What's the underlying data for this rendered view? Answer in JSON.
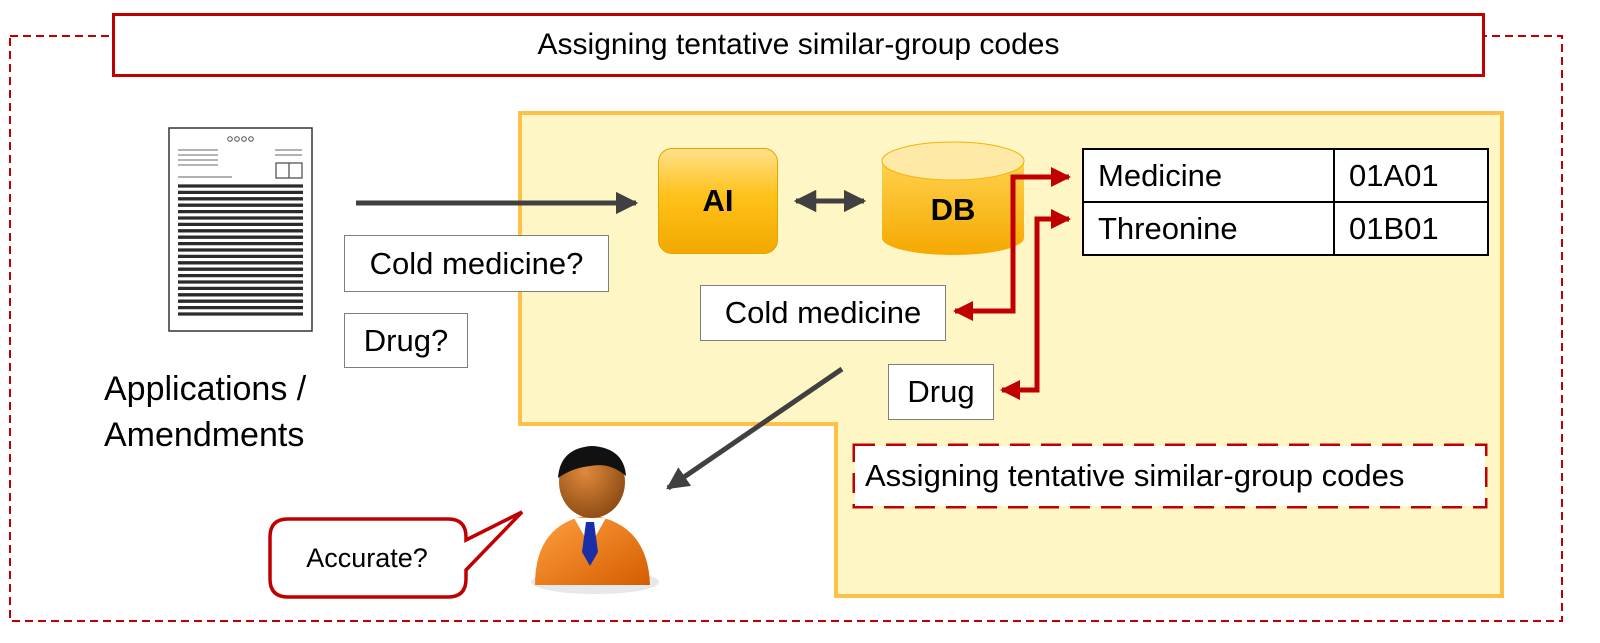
{
  "title": "Assigning tentative similar-group codes",
  "documents": {
    "line1": "Applications /",
    "line2": "Amendments"
  },
  "queries": {
    "cold_medicine": "Cold medicine?",
    "drug": "Drug?"
  },
  "nodes": {
    "ai": "AI",
    "db": "DB"
  },
  "code_table": {
    "rows": [
      {
        "term": "Medicine",
        "code": "01A01"
      },
      {
        "term": "Threonine",
        "code": "01B01"
      }
    ]
  },
  "results": {
    "cold_medicine": "Cold medicine",
    "drug": "Drug"
  },
  "tentative_label": "Assigning tentative similar-group codes",
  "reviewer": {
    "question": "Accurate?"
  },
  "colors": {
    "accent_red": "#c00000",
    "panel_fill": "#fff6c6",
    "panel_border": "#ffc04a",
    "node_gold": "#ffc000",
    "arrow_dark": "#404040"
  }
}
